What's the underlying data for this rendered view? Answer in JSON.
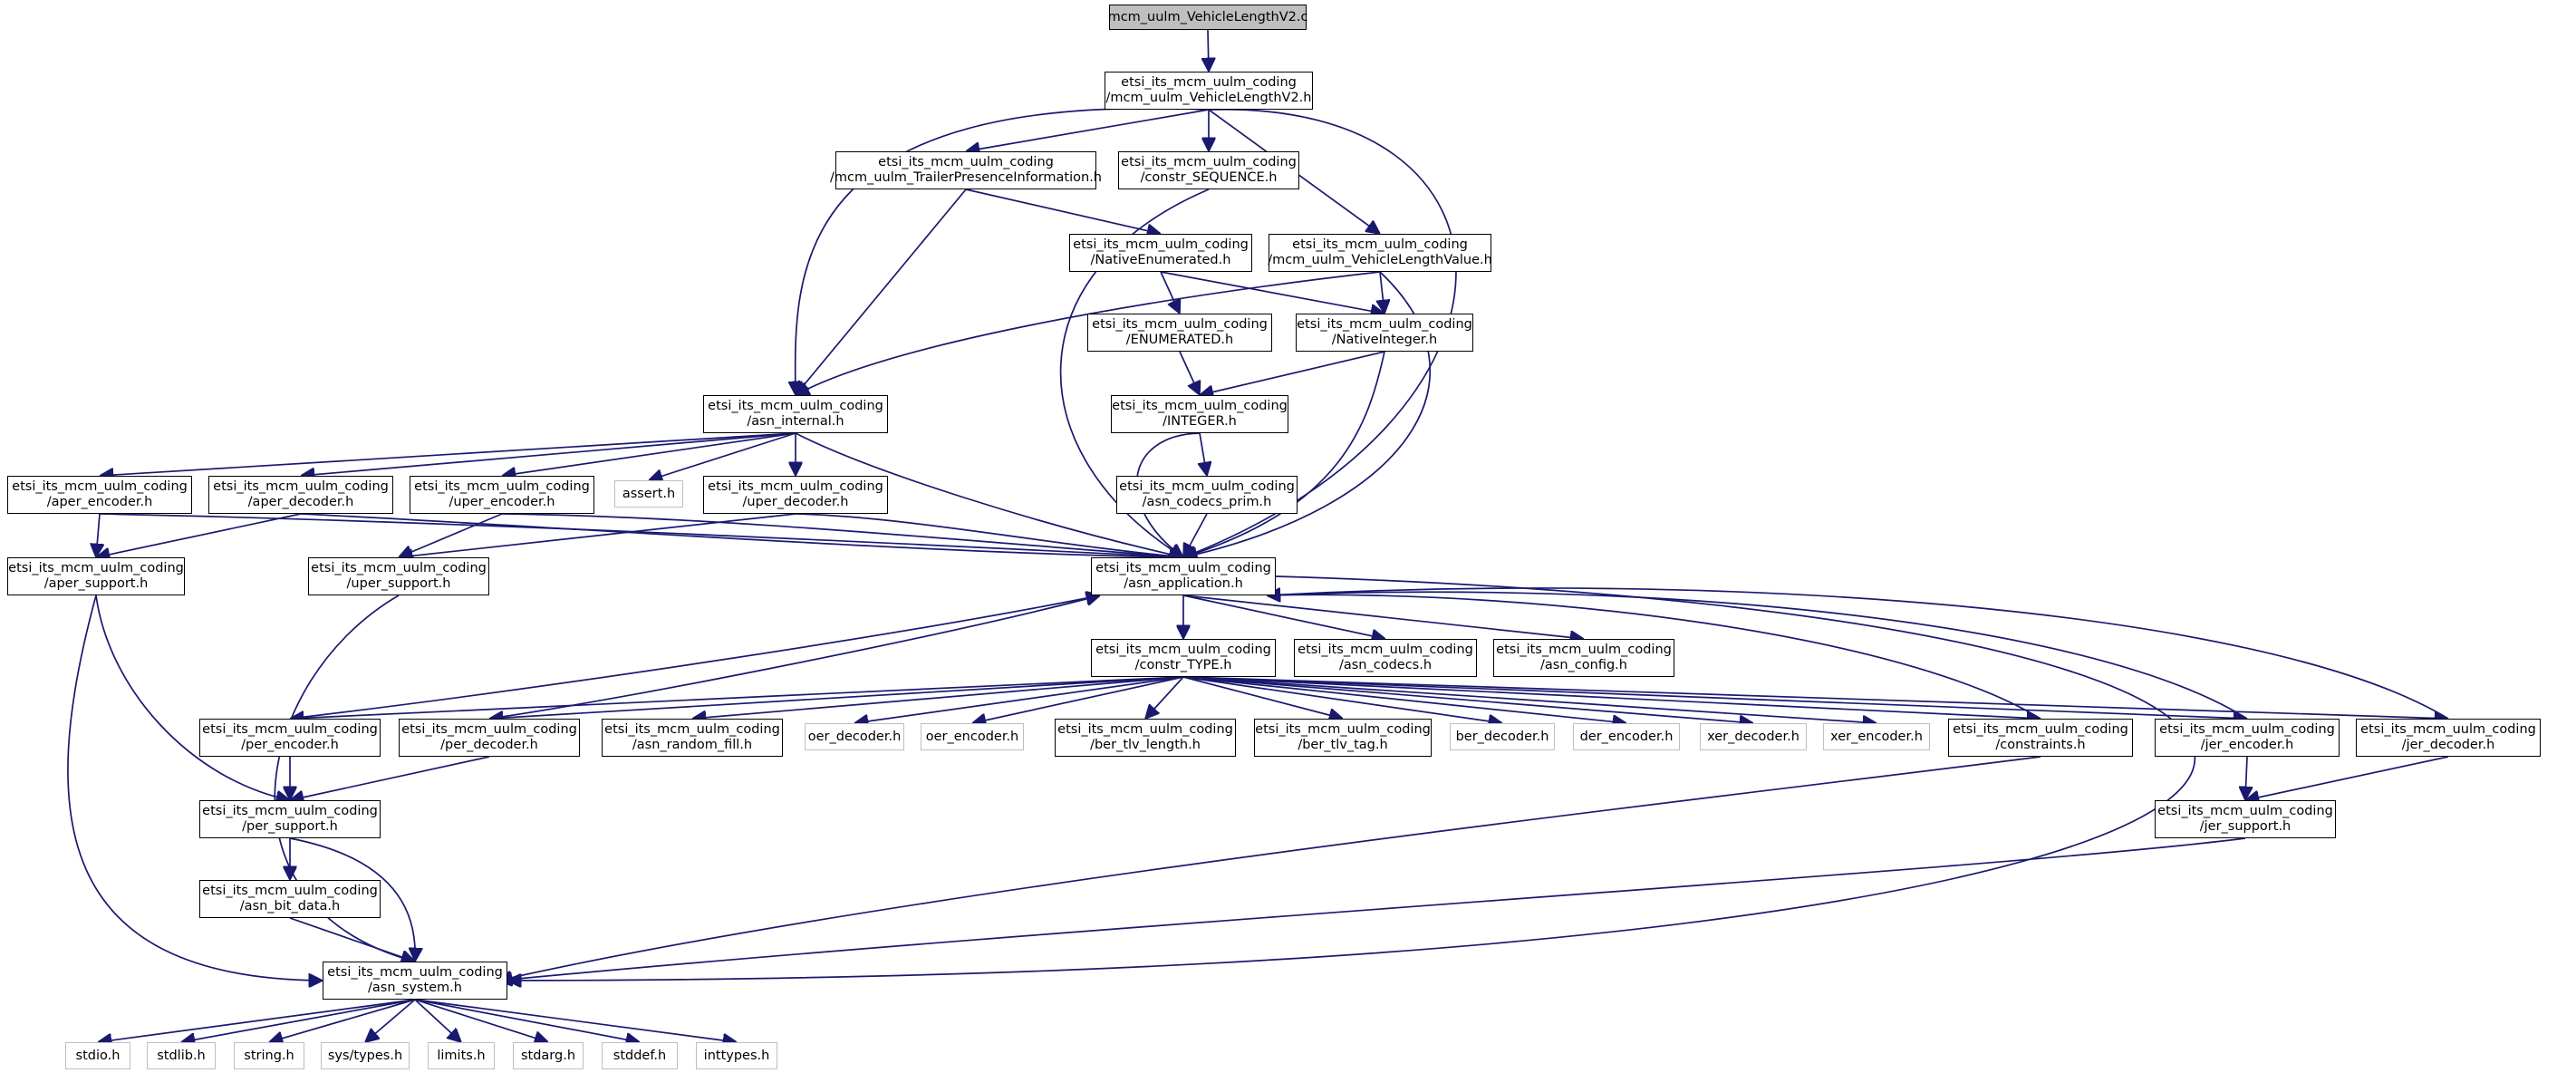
{
  "diagram": {
    "title": "",
    "colors": {
      "edge": "#191970",
      "root_fill": "#bfbfbf",
      "node_border": "#000000",
      "external_border": "#bfbfbf"
    },
    "nodes": {
      "root": {
        "lines": [
          "mcm_uulm_VehicleLengthV2.c"
        ]
      },
      "vlenV2h": {
        "lines": [
          "etsi_its_mcm_uulm_coding",
          "/mcm_uulm_VehicleLengthV2.h"
        ]
      },
      "trailer": {
        "lines": [
          "etsi_its_mcm_uulm_coding",
          "/mcm_uulm_TrailerPresenceInformation.h"
        ]
      },
      "seq": {
        "lines": [
          "etsi_its_mcm_uulm_coding",
          "/constr_SEQUENCE.h"
        ]
      },
      "natenum": {
        "lines": [
          "etsi_its_mcm_uulm_coding",
          "/NativeEnumerated.h"
        ]
      },
      "vlenval": {
        "lines": [
          "etsi_its_mcm_uulm_coding",
          "/mcm_uulm_VehicleLengthValue.h"
        ]
      },
      "enum": {
        "lines": [
          "etsi_its_mcm_uulm_coding",
          "/ENUMERATED.h"
        ]
      },
      "natint": {
        "lines": [
          "etsi_its_mcm_uulm_coding",
          "/NativeInteger.h"
        ]
      },
      "internal": {
        "lines": [
          "etsi_its_mcm_uulm_coding",
          "/asn_internal.h"
        ]
      },
      "integer": {
        "lines": [
          "etsi_its_mcm_uulm_coding",
          "/INTEGER.h"
        ]
      },
      "aperenc": {
        "lines": [
          "etsi_its_mcm_uulm_coding",
          "/aper_encoder.h"
        ]
      },
      "aperdec": {
        "lines": [
          "etsi_its_mcm_uulm_coding",
          "/aper_decoder.h"
        ]
      },
      "uperenc": {
        "lines": [
          "etsi_its_mcm_uulm_coding",
          "/uper_encoder.h"
        ]
      },
      "assert": {
        "lines": [
          "assert.h"
        ]
      },
      "uperdec": {
        "lines": [
          "etsi_its_mcm_uulm_coding",
          "/uper_decoder.h"
        ]
      },
      "prim": {
        "lines": [
          "etsi_its_mcm_uulm_coding",
          "/asn_codecs_prim.h"
        ]
      },
      "apersup": {
        "lines": [
          "etsi_its_mcm_uulm_coding",
          "/aper_support.h"
        ]
      },
      "upersup": {
        "lines": [
          "etsi_its_mcm_uulm_coding",
          "/uper_support.h"
        ]
      },
      "app": {
        "lines": [
          "etsi_its_mcm_uulm_coding",
          "/asn_application.h"
        ]
      },
      "ctype": {
        "lines": [
          "etsi_its_mcm_uulm_coding",
          "/constr_TYPE.h"
        ]
      },
      "codecs": {
        "lines": [
          "etsi_its_mcm_uulm_coding",
          "/asn_codecs.h"
        ]
      },
      "config": {
        "lines": [
          "etsi_its_mcm_uulm_coding",
          "/asn_config.h"
        ]
      },
      "perenc": {
        "lines": [
          "etsi_its_mcm_uulm_coding",
          "/per_encoder.h"
        ]
      },
      "perdec": {
        "lines": [
          "etsi_its_mcm_uulm_coding",
          "/per_decoder.h"
        ]
      },
      "randfill": {
        "lines": [
          "etsi_its_mcm_uulm_coding",
          "/asn_random_fill.h"
        ]
      },
      "oerdec": {
        "lines": [
          "oer_decoder.h"
        ]
      },
      "oerenc": {
        "lines": [
          "oer_encoder.h"
        ]
      },
      "tlvlen": {
        "lines": [
          "etsi_its_mcm_uulm_coding",
          "/ber_tlv_length.h"
        ]
      },
      "tlvtag": {
        "lines": [
          "etsi_its_mcm_uulm_coding",
          "/ber_tlv_tag.h"
        ]
      },
      "berdec": {
        "lines": [
          "ber_decoder.h"
        ]
      },
      "derenc": {
        "lines": [
          "der_encoder.h"
        ]
      },
      "xerdec": {
        "lines": [
          "xer_decoder.h"
        ]
      },
      "xerenc": {
        "lines": [
          "xer_encoder.h"
        ]
      },
      "constraints": {
        "lines": [
          "etsi_its_mcm_uulm_coding",
          "/constraints.h"
        ]
      },
      "jerenc": {
        "lines": [
          "etsi_its_mcm_uulm_coding",
          "/jer_encoder.h"
        ]
      },
      "jerdec": {
        "lines": [
          "etsi_its_mcm_uulm_coding",
          "/jer_decoder.h"
        ]
      },
      "persup": {
        "lines": [
          "etsi_its_mcm_uulm_coding",
          "/per_support.h"
        ]
      },
      "jersup": {
        "lines": [
          "etsi_its_mcm_uulm_coding",
          "/jer_support.h"
        ]
      },
      "bitdata": {
        "lines": [
          "etsi_its_mcm_uulm_coding",
          "/asn_bit_data.h"
        ]
      },
      "system": {
        "lines": [
          "etsi_its_mcm_uulm_coding",
          "/asn_system.h"
        ]
      },
      "stdio": {
        "lines": [
          "stdio.h"
        ]
      },
      "stdlib": {
        "lines": [
          "stdlib.h"
        ]
      },
      "string": {
        "lines": [
          "string.h"
        ]
      },
      "systypes": {
        "lines": [
          "sys/types.h"
        ]
      },
      "limits": {
        "lines": [
          "limits.h"
        ]
      },
      "stdarg": {
        "lines": [
          "stdarg.h"
        ]
      },
      "stddef": {
        "lines": [
          "stddef.h"
        ]
      },
      "inttypes": {
        "lines": [
          "inttypes.h"
        ]
      }
    }
  }
}
